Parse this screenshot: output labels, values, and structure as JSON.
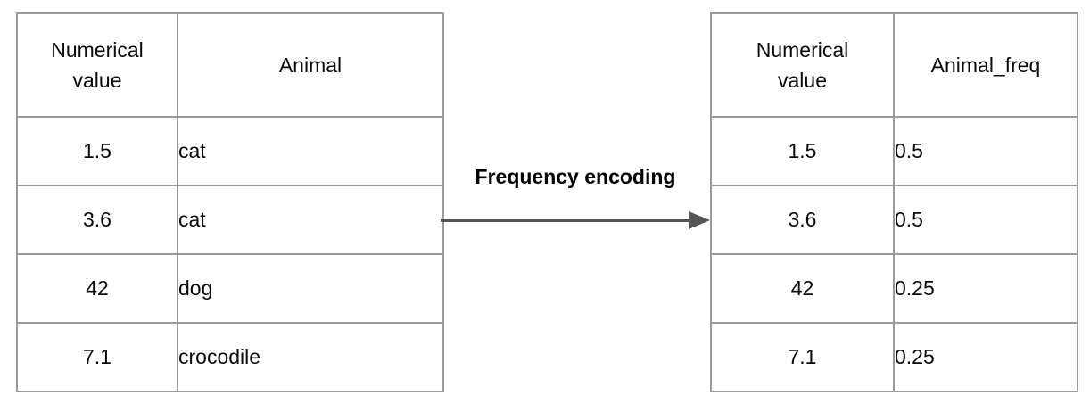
{
  "diagram": {
    "arrow_label": "Frequency encoding"
  },
  "left_table": {
    "headers": [
      "Numerical value",
      "Animal"
    ],
    "rows": [
      [
        "1.5",
        "cat"
      ],
      [
        "3.6",
        "cat"
      ],
      [
        "42",
        "dog"
      ],
      [
        "7.1",
        "crocodile"
      ]
    ]
  },
  "right_table": {
    "headers": [
      "Numerical value",
      "Animal_freq"
    ],
    "rows": [
      [
        "1.5",
        "0.5"
      ],
      [
        "3.6",
        "0.5"
      ],
      [
        "42",
        "0.25"
      ],
      [
        "7.1",
        "0.25"
      ]
    ]
  },
  "colors": {
    "table_border": "#9a9a9a",
    "arrow": "#555555",
    "text": "#0a0a0a"
  }
}
